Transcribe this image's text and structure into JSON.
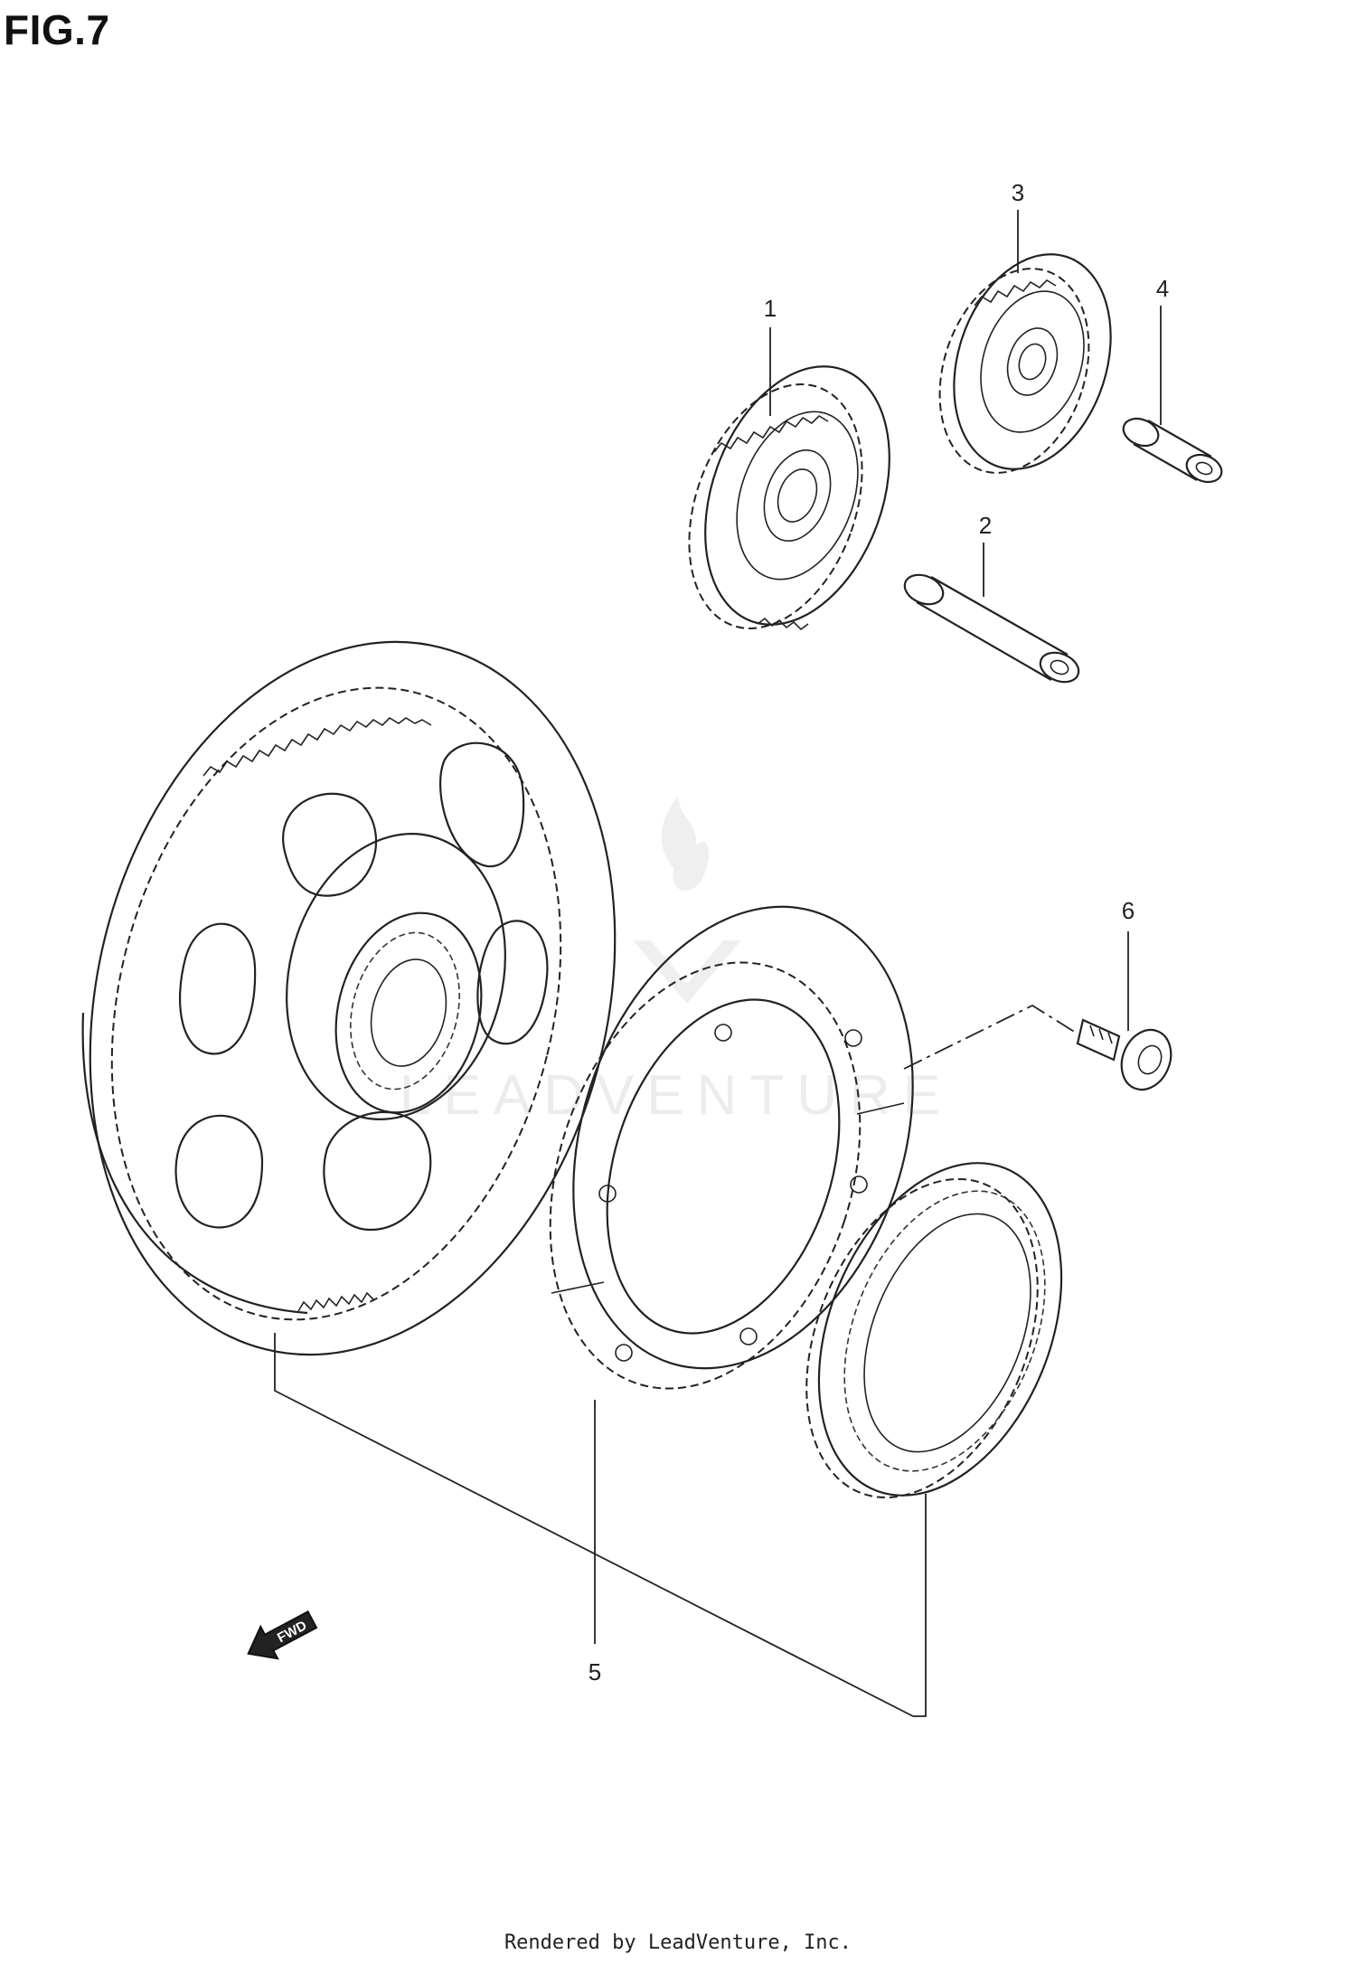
{
  "figure": {
    "title": "FIG.7"
  },
  "callouts": [
    {
      "id": "1",
      "label": "1"
    },
    {
      "id": "2",
      "label": "2"
    },
    {
      "id": "3",
      "label": "3"
    },
    {
      "id": "4",
      "label": "4"
    },
    {
      "id": "5",
      "label": "5"
    },
    {
      "id": "6",
      "label": "6"
    }
  ],
  "direction_arrow": {
    "label": "FWD"
  },
  "watermark": {
    "text": "LEADVENTURE"
  },
  "footer": {
    "text": "Rendered by LeadVenture, Inc."
  },
  "colors": {
    "line": "#222222",
    "watermark": "#d9d9d9",
    "background": "#ffffff"
  }
}
